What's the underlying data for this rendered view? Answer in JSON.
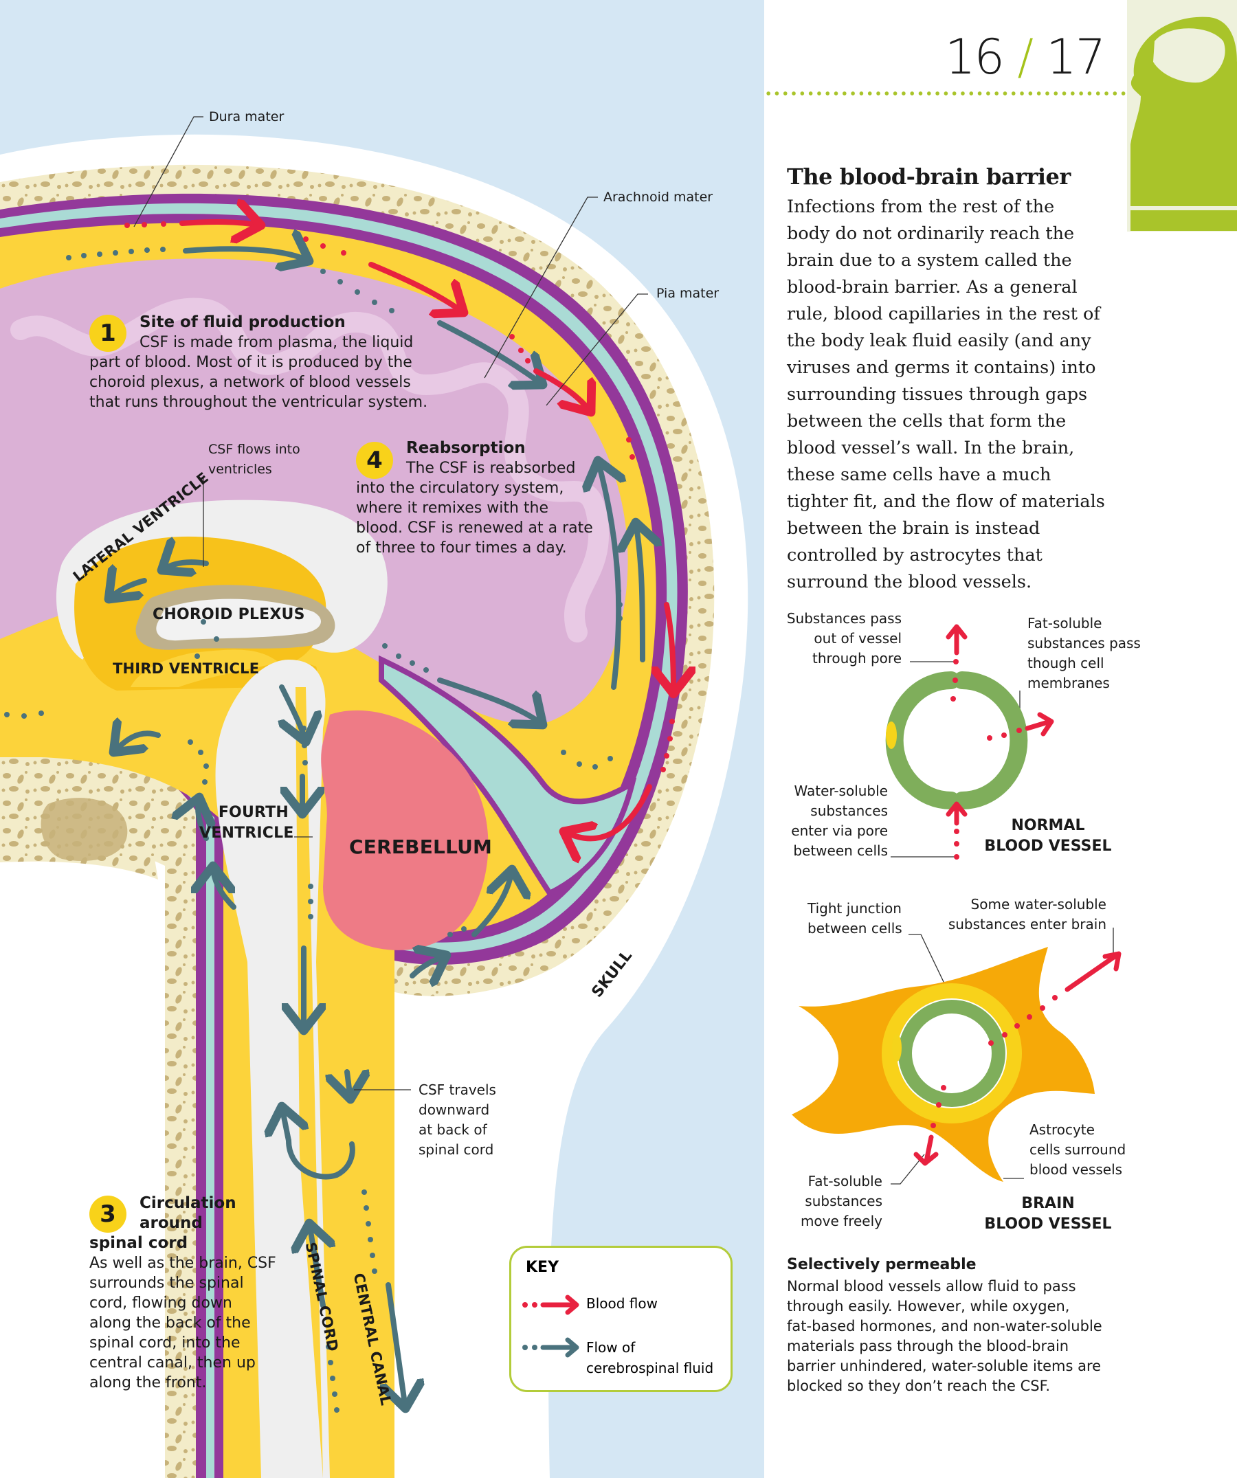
{
  "page": {
    "page_left": "16",
    "page_separator": "/",
    "page_right": "17",
    "accent_color": "#a4c21a"
  },
  "diagram": {
    "membranes": {
      "dura_mater": "Dura mater",
      "arachnoid_mater": "Arachnoid mater",
      "pia_mater": "Pia mater"
    },
    "structures": {
      "lateral_ventricle": "LATERAL VENTRICLE",
      "choroid_plexus": "CHOROID PLEXUS",
      "third_ventricle": "THIRD VENTRICLE",
      "fourth_ventricle_line1": "FOURTH",
      "fourth_ventricle_line2": "VENTRICLE",
      "cerebellum": "CEREBELLUM",
      "skull": "SKULL",
      "spinal_cord": "SPINAL CORD",
      "central_canal": "CENTRAL CANAL"
    },
    "annotations": {
      "csf_flows_into_line1": "CSF flows into",
      "csf_flows_into_line2": "ventricles",
      "csf_travels": [
        "CSF travels",
        "downward",
        "at back of",
        "spinal cord"
      ]
    },
    "steps": [
      {
        "number": "1",
        "title": "Site of fluid production",
        "lines": [
          "CSF is made from plasma, the liquid",
          "part of blood. Most of it is produced by the",
          "choroid plexus, a network of blood vessels",
          "that runs throughout the ventricular system."
        ]
      },
      {
        "number": "4",
        "title": "Reabsorption",
        "lines": [
          "The CSF is reabsorbed",
          "into the circulatory system,",
          "where it remixes with the",
          "blood. CSF is renewed at a rate",
          "of three to four times a day."
        ]
      },
      {
        "number": "3",
        "title_lines": [
          "Circulation",
          "around",
          "spinal cord"
        ],
        "lines": [
          "As well as the brain, CSF",
          "surrounds the spinal",
          "cord, flowing down",
          "along the back of the",
          "spinal cord, into the",
          "central canal, then up",
          "along the front."
        ]
      }
    ],
    "colors": {
      "background_blue": "#d5e7f4",
      "skull_bone": "#f3ecc9",
      "bone_spots": "#c7b27a",
      "meninges_purple": "#93389a",
      "csf_teal": "#aadbd5",
      "csf_yellow": "#fcd33b",
      "brain_pink": "#dbb1d6",
      "cerebellum_red": "#ee7b86",
      "blood_red": "#e8213f",
      "csf_arrow": "#4a727d"
    }
  },
  "key": {
    "title": "KEY",
    "items": [
      {
        "label_lines": [
          "Blood flow"
        ],
        "color": "#e8213f"
      },
      {
        "label_lines": [
          "Flow of",
          "cerebrospinal fluid"
        ],
        "color": "#4a727d"
      }
    ]
  },
  "sidebar": {
    "title": "The blood-brain barrier",
    "body_lines": [
      "Infections from the rest of the",
      "body do not ordinarily reach the",
      "brain due to a system called the",
      "blood-brain barrier. As a general",
      "rule, blood capillaries in the rest of",
      "the body leak fluid easily (and any",
      "viruses and germs it contains) into",
      "surrounding tissues through gaps",
      "between the cells that form the",
      "blood vessel’s wall. In the brain,",
      "these same cells have a much",
      "tighter fit, and the flow of materials",
      "between the brain is instead",
      "controlled by astrocytes that",
      "surround the blood vessels."
    ],
    "normal_vessel": {
      "title_lines": [
        "NORMAL",
        "BLOOD VESSEL"
      ],
      "pass_out": [
        "Substances pass",
        "out of vessel",
        "through pore"
      ],
      "fat_soluble": [
        "Fat-soluble",
        "substances pass",
        "though cell",
        "membranes"
      ],
      "water_soluble": [
        "Water-soluble",
        "substances",
        "enter via pore",
        "between cells"
      ]
    },
    "brain_vessel": {
      "title_lines": [
        "BRAIN",
        "BLOOD VESSEL"
      ],
      "tight_junction": [
        "Tight junction",
        "between cells"
      ],
      "some_water": [
        "Some water-soluble",
        "substances enter brain"
      ],
      "astrocyte": [
        "Astrocyte",
        "cells surround",
        "blood vessels"
      ],
      "fat_soluble": [
        "Fat-soluble",
        "substances",
        "move freely"
      ]
    },
    "selectively_permeable": {
      "title": "Selectively permeable",
      "lines": [
        "Normal blood vessels allow fluid to pass",
        "through easily. However, while oxygen,",
        "fat-based hormones, and non-water-soluble",
        "materials pass through the blood-brain",
        "barrier unhindered, water-soluble items are",
        "blocked so they don’t reach the CSF."
      ]
    }
  }
}
